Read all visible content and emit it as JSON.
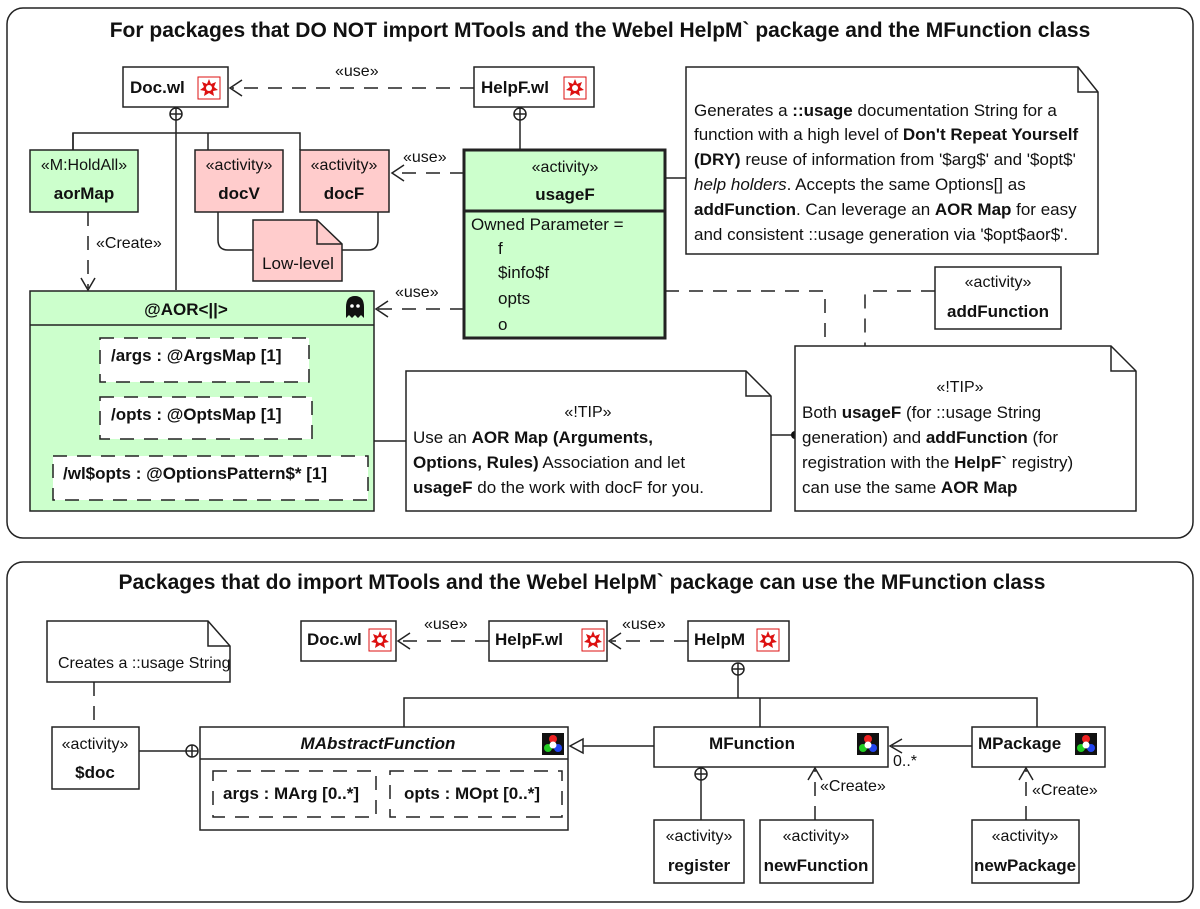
{
  "top_panel": {
    "title": "For packages that DO NOT import MTools and the Webel HelpM` package and the MFunction class",
    "doc_wl": "Doc.wl",
    "helpf_wl": "HelpF.wl",
    "use_label": "«use»",
    "create_label": "«Create»",
    "aorMap": {
      "stereotype": "«M:HoldAll»",
      "name": "aorMap"
    },
    "docV": {
      "stereotype": "«activity»",
      "name": "docV"
    },
    "docF": {
      "stereotype": "«activity»",
      "name": "docF"
    },
    "low_level_note": "Low-level",
    "usageF": {
      "stereotype": "«activity»",
      "name": "usageF",
      "params_header": "Owned Parameter =",
      "params": [
        "f",
        "$info$f",
        "opts",
        "o"
      ]
    },
    "aor": {
      "name": "@AOR<||>",
      "parts": [
        "/args : @ArgsMap [1]",
        "/opts : @OptsMap [1]",
        "/wl$opts : @OptionsPattern$* [1]"
      ]
    },
    "addFunction": {
      "stereotype": "«activity»",
      "name": "addFunction"
    },
    "usage_note": {
      "lines": [
        [
          {
            "t": "Generates a "
          },
          {
            "t": "::usage",
            "b": true
          },
          {
            "t": " documentation String for a"
          }
        ],
        [
          {
            "t": "function with a high level of "
          },
          {
            "t": "Don't Repeat Yourself",
            "b": true
          }
        ],
        [
          {
            "t": "(DRY)",
            "b": true
          },
          {
            "t": " reuse of information from '$arg$' and '$opt$'"
          }
        ],
        [
          {
            "t": "help holders",
            "i": true
          },
          {
            "t": ". Accepts the same Options[] as"
          }
        ],
        [
          {
            "t": "addFunction",
            "b": true
          },
          {
            "t": ". Can leverage an "
          },
          {
            "t": "AOR Map",
            "b": true
          },
          {
            "t": " for easy"
          }
        ],
        [
          {
            "t": "and consistent ::usage generation via '$opt$aor$'."
          }
        ]
      ]
    },
    "tip1": {
      "stereotype": "«!TIP»",
      "lines": [
        [
          {
            "t": "Use an "
          },
          {
            "t": "AOR Map (Arguments,",
            "b": true
          }
        ],
        [
          {
            "t": "Options, Rules)",
            "b": true
          },
          {
            "t": " Association and let"
          }
        ],
        [
          {
            "t": "usageF",
            "b": true
          },
          {
            "t": " do the work with docF for you."
          }
        ]
      ]
    },
    "tip2": {
      "stereotype": "«!TIP»",
      "lines": [
        [
          {
            "t": "Both "
          },
          {
            "t": "usageF",
            "b": true
          },
          {
            "t": " (for ::usage String"
          }
        ],
        [
          {
            "t": "generation) and "
          },
          {
            "t": "addFunction",
            "b": true
          },
          {
            "t": " (for"
          }
        ],
        [
          {
            "t": "registration with the "
          },
          {
            "t": "HelpF`",
            "b": true
          },
          {
            "t": " registry)"
          }
        ],
        [
          {
            "t": "can use the same "
          },
          {
            "t": "AOR Map",
            "b": true
          }
        ]
      ]
    }
  },
  "bottom_panel": {
    "title": "Packages that do import MTools and the Webel HelpM` package can use the MFunction class",
    "note": "Creates a ::usage String",
    "doc_wl": "Doc.wl",
    "helpf_wl": "HelpF.wl",
    "helpm": "HelpM",
    "use_label": "«use»",
    "create_label": "«Create»",
    "doc_activity": {
      "stereotype": "«activity»",
      "name": "$doc"
    },
    "mabstract": {
      "name": "MAbstractFunction",
      "parts": [
        "args : MArg [0..*]",
        "opts : MOpt [0..*]"
      ]
    },
    "mfunction": "MFunction",
    "mpackage": "MPackage",
    "multiplicity": "0..*",
    "register": {
      "stereotype": "«activity»",
      "name": "register"
    },
    "newFunction": {
      "stereotype": "«activity»",
      "name": "newFunction"
    },
    "newPackage": {
      "stereotype": "«activity»",
      "name": "newPackage"
    }
  },
  "icons": {
    "wolfram": "wolfram-package-icon",
    "ghost": "ghost-icon",
    "class": "rgb-class-icon"
  },
  "colors": {
    "green": "#ccffcc",
    "pink": "#ffcccc",
    "icon_red": "#dd1111"
  }
}
